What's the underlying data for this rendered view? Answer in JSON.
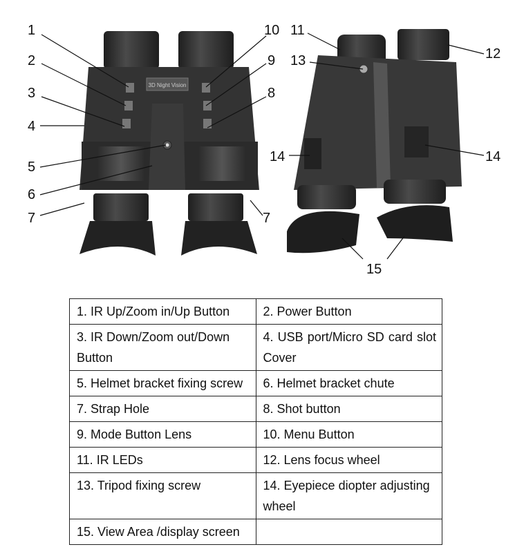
{
  "device_label": "3D Night Vision",
  "callouts": [
    "1",
    "2",
    "3",
    "4",
    "5",
    "6",
    "7",
    "7",
    "8",
    "9",
    "10",
    "11",
    "12",
    "13",
    "14",
    "14",
    "15"
  ],
  "table": {
    "rows": [
      [
        "1.  IR Up/Zoom in/Up Button",
        "2.  Power Button"
      ],
      [
        "3.  IR Down/Zoom out/Down Button",
        "4.  USB   port/Micro   SD card slot Cover"
      ],
      [
        "5.  Helmet bracket fixing screw",
        "6.  Helmet bracket chute"
      ],
      [
        "7.  Strap Hole",
        "8.  Shot button"
      ],
      [
        "9.  Mode Button Lens",
        "10.  Menu Button"
      ],
      [
        "11.  IR LEDs",
        "12.  Lens focus wheel"
      ],
      [
        "13.  Tripod fixing screw",
        "14.  Eyepiece diopter adjusting wheel"
      ],
      [
        "15.  View Area /display screen",
        ""
      ]
    ]
  }
}
